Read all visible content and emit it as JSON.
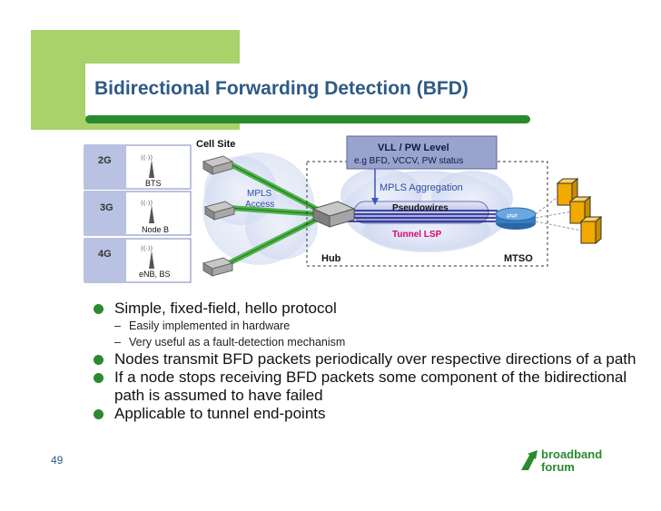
{
  "slide": {
    "title": "Bidirectional Forwarding Detection (BFD)",
    "page_number": "49"
  },
  "diagram": {
    "cell_site_label": "Cell Site",
    "generations": [
      {
        "gen": "2G",
        "station": "BTS"
      },
      {
        "gen": "3G",
        "station": "Node B"
      },
      {
        "gen": "4G",
        "station": "eNB, BS"
      }
    ],
    "mpls_access_label": [
      "MPLS",
      "Access"
    ],
    "vll_box_title": "VLL / PW Level",
    "vll_box_subtitle": "e.g BFD, VCCV, PW status",
    "mpls_aggregation_label": "MPLS Aggregation",
    "pseudowires_label": "Pseudowires",
    "tunnel_lsp_label": "Tunnel LSP",
    "hub_label": "Hub",
    "mtso_label": "MTSO"
  },
  "bullets": [
    {
      "level": 1,
      "text": "Simple, fixed-field, hello protocol"
    },
    {
      "level": 2,
      "text": "Easily implemented in hardware"
    },
    {
      "level": 2,
      "text": "Very useful as a fault-detection mechanism"
    },
    {
      "level": 1,
      "text": "Nodes transmit BFD packets periodically over respective directions of a path"
    },
    {
      "level": 1,
      "text": "If a node stops receiving BFD packets some component of the bidirectional path is assumed to have failed"
    },
    {
      "level": 1,
      "text": "Applicable to tunnel end-points"
    }
  ],
  "logo": {
    "line1": "broadband",
    "line2": "forum"
  },
  "colors": {
    "title": "#2d5a86",
    "accent_green": "#2b8a2e",
    "light_green": "#a9d26b",
    "tunnel_lsp": "#e0007a",
    "vll_box": "#9aa3cc"
  }
}
